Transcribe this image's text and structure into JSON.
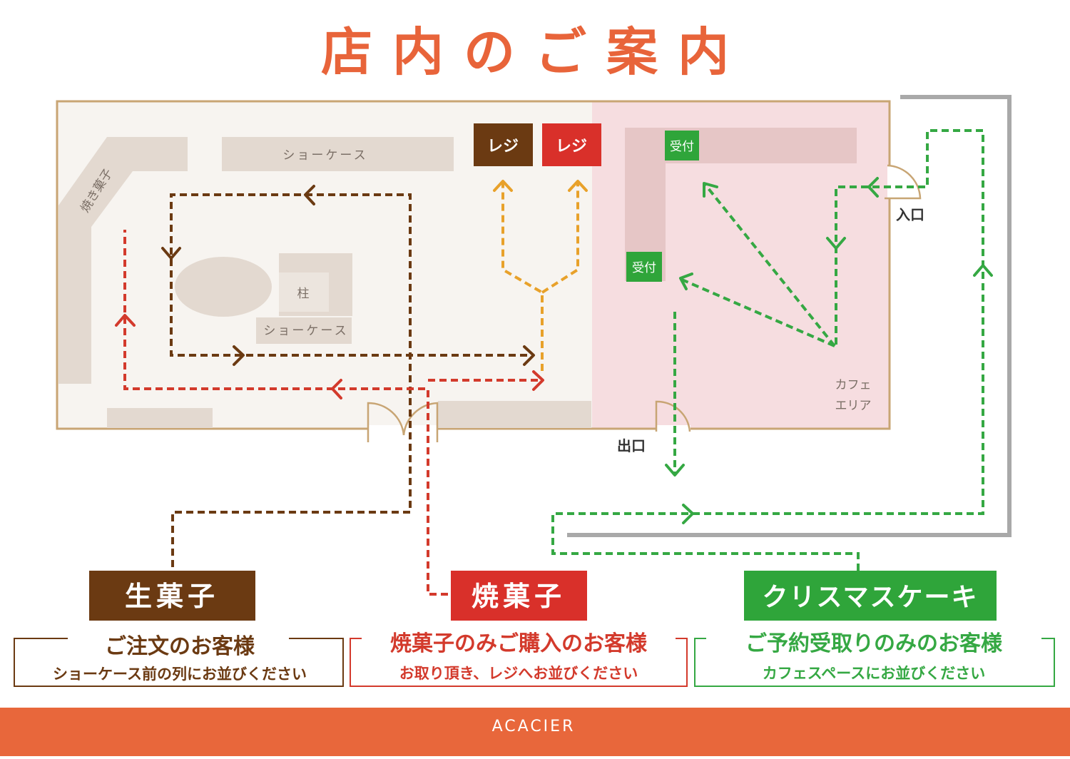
{
  "title": "店内のご案内",
  "colors": {
    "accent": "#e8643a",
    "brown": "#6b3a12",
    "red": "#d9302a",
    "orange": "#e8a12a",
    "green": "#35a843",
    "wall": "#c8a574",
    "cafe": "#f6dde0"
  },
  "map": {
    "showcase_top": "ショーケース",
    "showcase_bottom": "ショーケース",
    "baked_shelf": "焼き菓子",
    "pillar": "柱",
    "register_1": "レジ",
    "register_2": "レジ",
    "reception_1": "受付",
    "reception_2": "受付",
    "cafe_line1": "カフェ",
    "cafe_line2": "エリア",
    "entrance": "入口",
    "exit": "出口"
  },
  "categories": [
    {
      "name": "生菓子",
      "heading": "ご注文のお客様",
      "instruction": "ショーケース前の列にお並びください"
    },
    {
      "name": "焼菓子",
      "heading": "焼菓子のみご購入のお客様",
      "instruction": "お取り頂き、レジへお並びください"
    },
    {
      "name": "クリスマスケーキ",
      "heading": "ご予約受取りのみのお客様",
      "instruction": "カフェスペースにお並びください"
    }
  ],
  "footer": {
    "brand": "ACACIER"
  }
}
